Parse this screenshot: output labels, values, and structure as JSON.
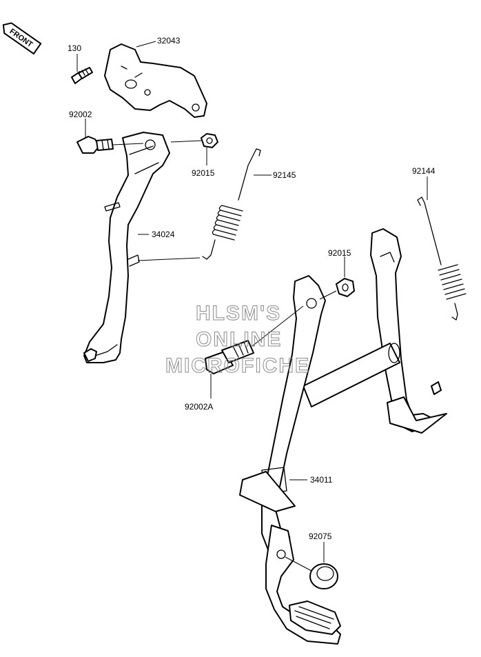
{
  "direction_badge": {
    "text": "FRONT"
  },
  "callouts": {
    "p130": "130",
    "p32043": "32043",
    "p92002": "92002",
    "p92015_upper": "92015",
    "p92145": "92145",
    "p34024": "34024",
    "p92144": "92144",
    "p92015_lower": "92015",
    "p92002A": "92002A",
    "p34011": "34011",
    "p92075": "92075"
  },
  "watermark": {
    "line1": "HLSM'S",
    "line2": "ONLINE",
    "line3": "MICROFICHE"
  }
}
